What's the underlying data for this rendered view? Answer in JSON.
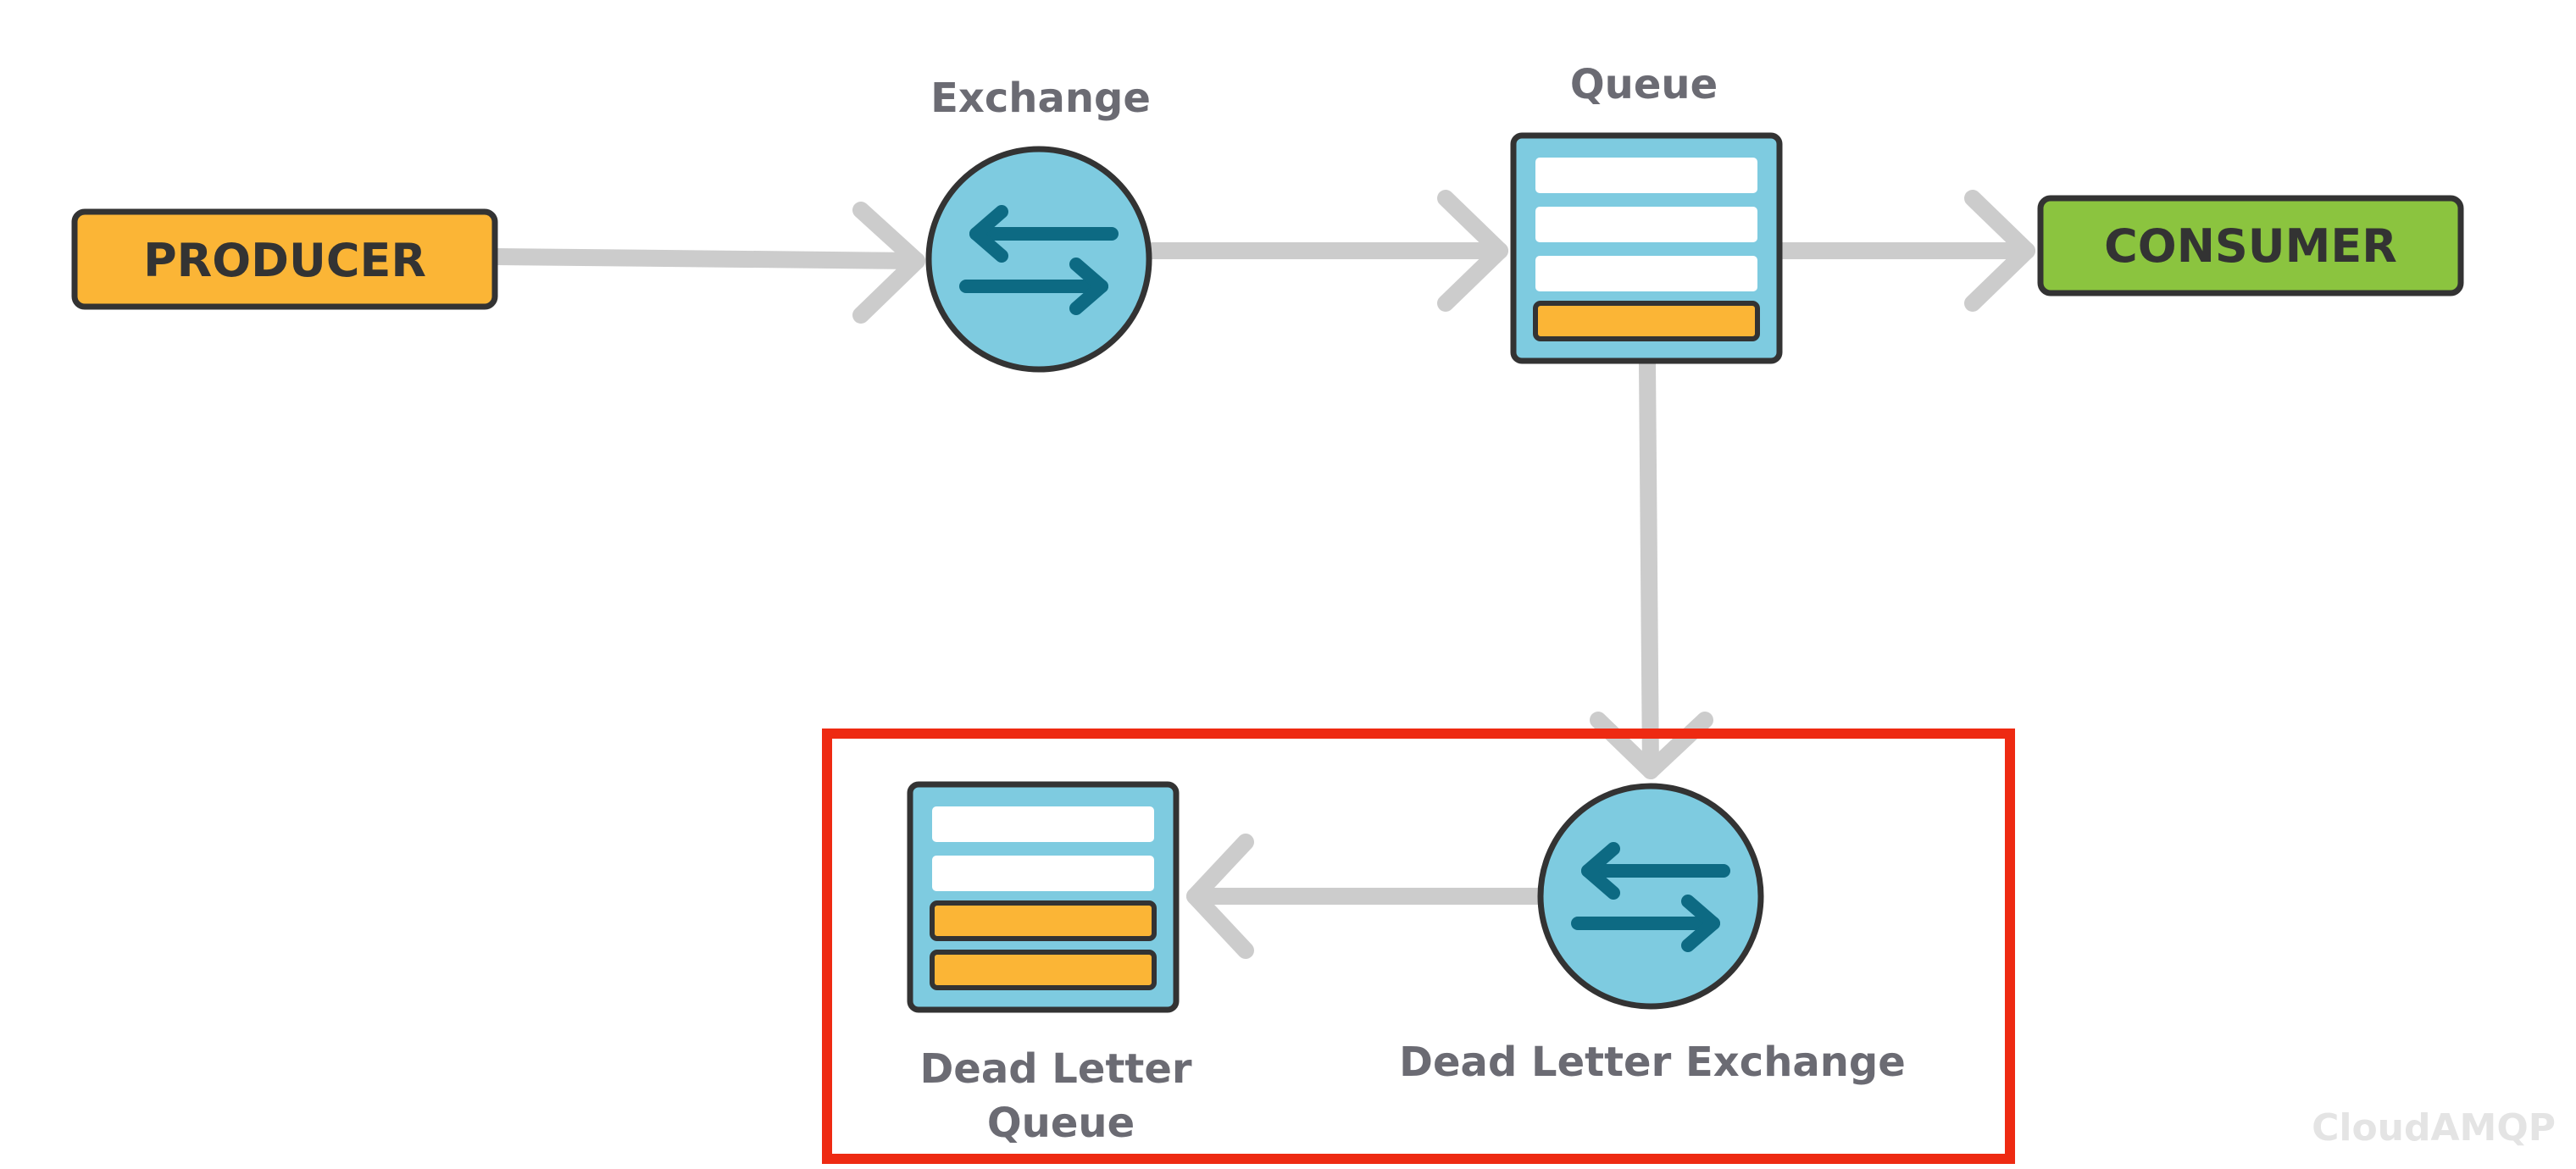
{
  "nodes": {
    "producer": {
      "label": "PRODUCER"
    },
    "exchange": {
      "label": "Exchange"
    },
    "queue": {
      "label": "Queue"
    },
    "consumer": {
      "label": "CONSUMER"
    },
    "dead_letter_exchange": {
      "label": "Dead Letter Exchange"
    },
    "dead_letter_queue": {
      "label_line1": "Dead Letter",
      "label_line2": "Queue"
    }
  },
  "watermark": "CloudAMQP",
  "colors": {
    "producer_fill": "#fbb536",
    "consumer_fill": "#8bc43f",
    "node_fill": "#7ecbe0",
    "arrow_icon": "#0d6a83",
    "connector": "#cccccc",
    "outline": "#333333",
    "highlight_frame": "#ee2a12",
    "message_slot": "#ffffff",
    "message_dead": "#fbb536"
  }
}
